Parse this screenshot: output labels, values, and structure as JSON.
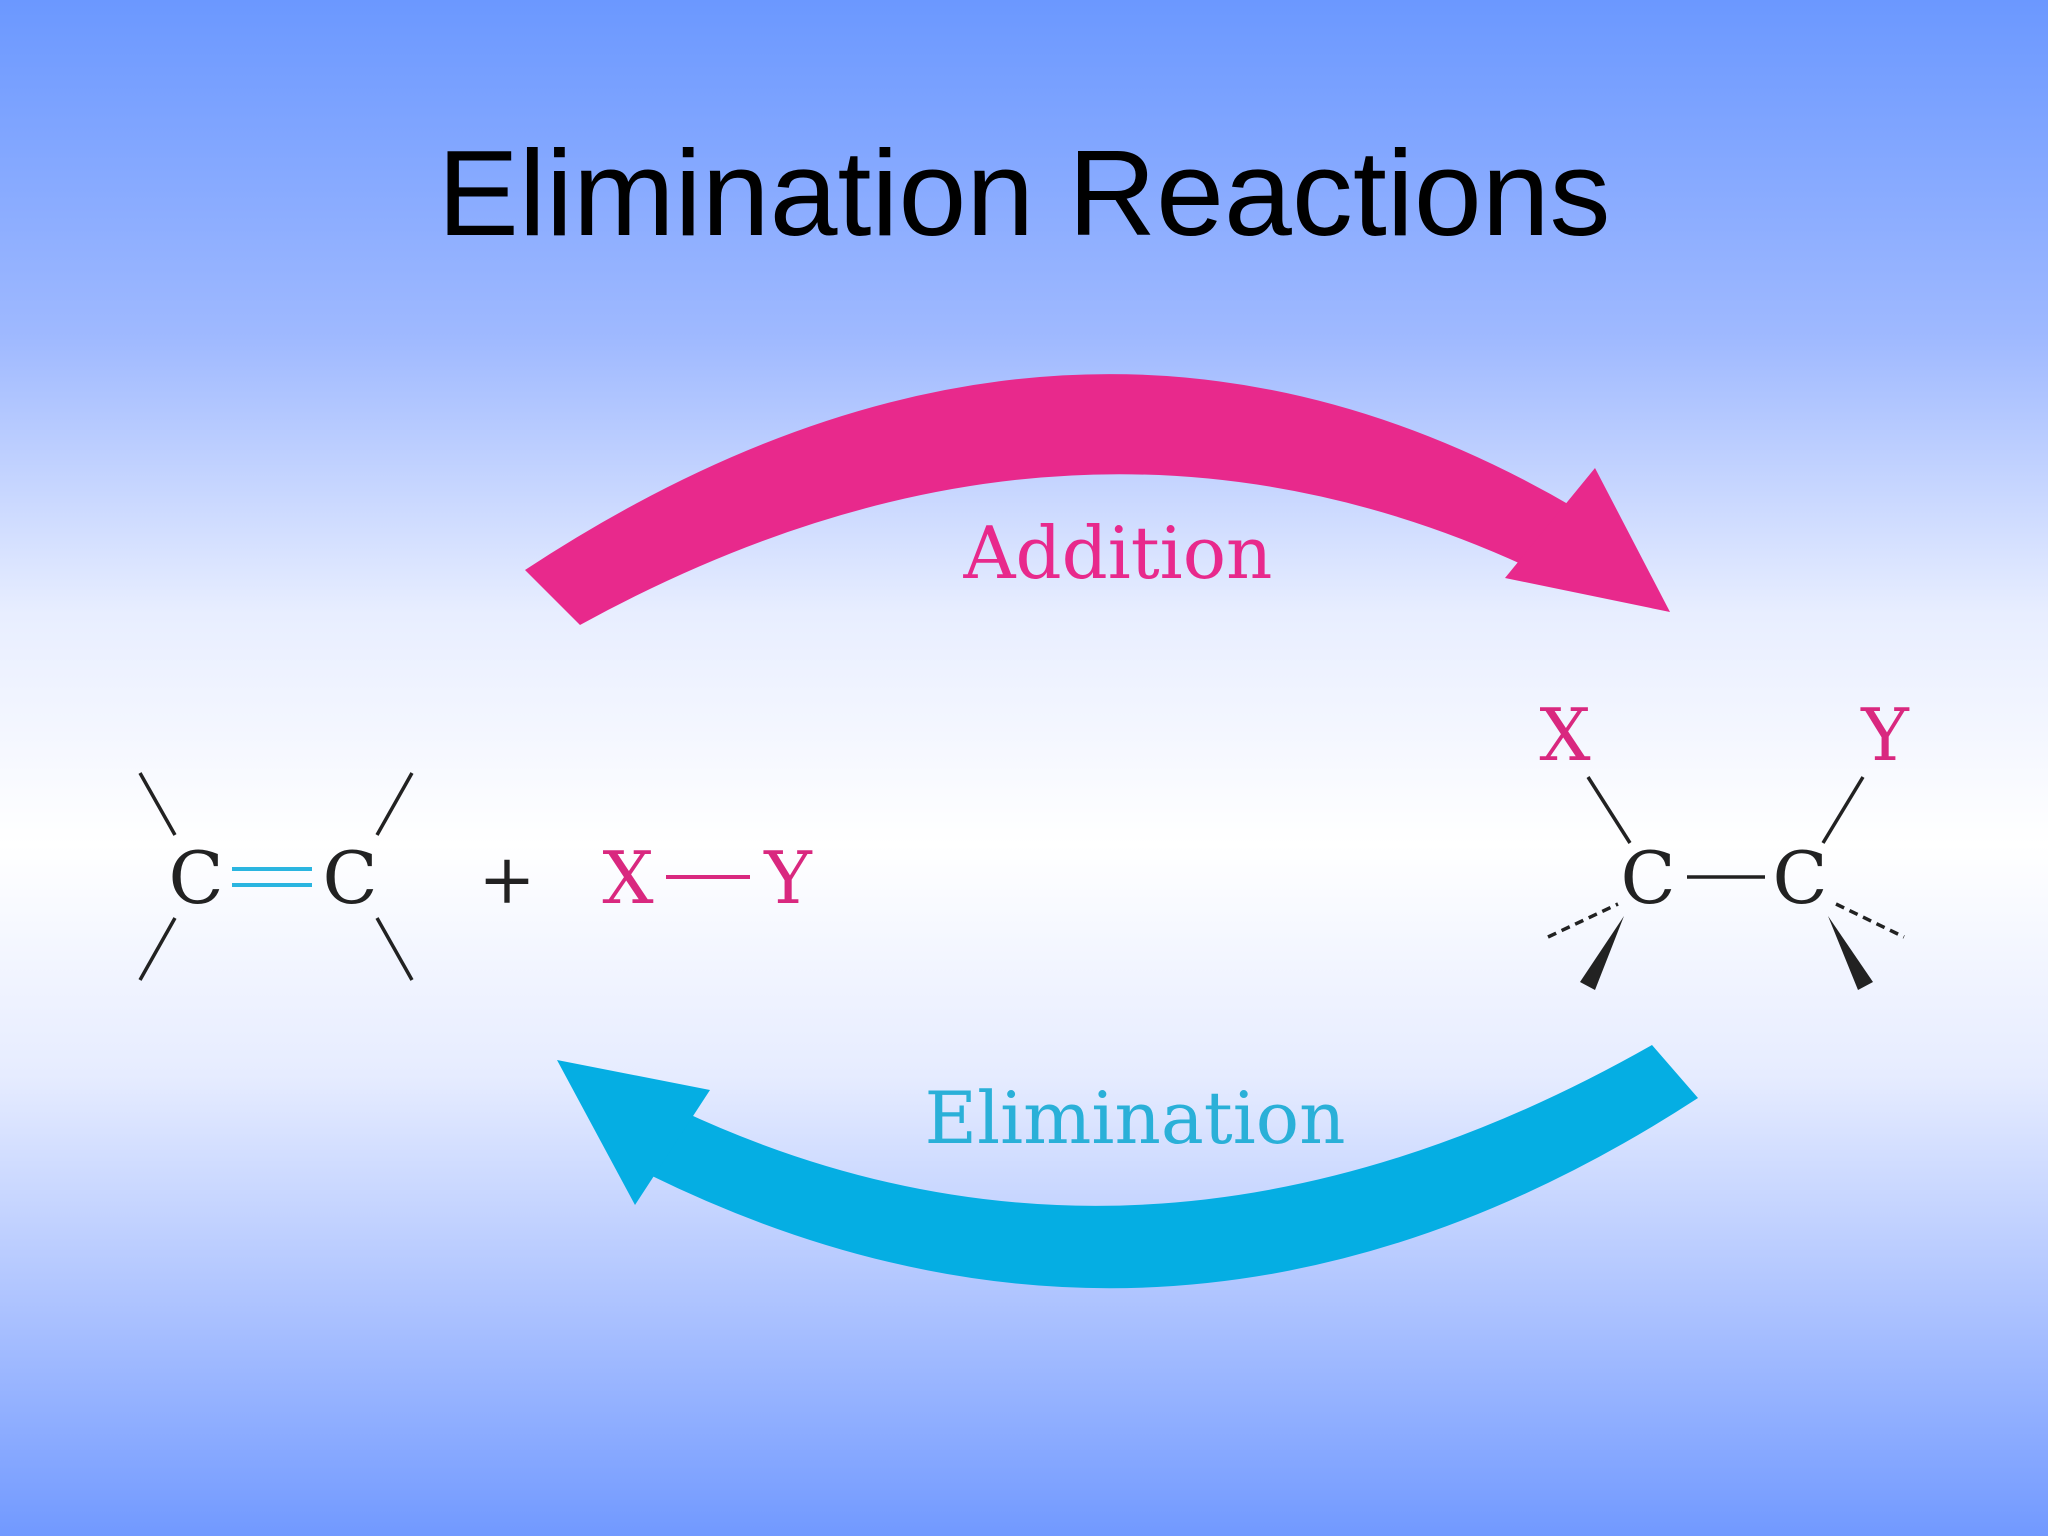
{
  "title": "Elimination Reactions",
  "labels": {
    "addition": "Addition",
    "elimination": "Elimination"
  },
  "reactant": {
    "carbon_left": "C",
    "carbon_right": "C",
    "plus": "+",
    "reagent_x": "X",
    "reagent_y": "Y"
  },
  "product": {
    "substituent_x": "X",
    "substituent_y": "Y",
    "carbon_left": "C",
    "carbon_right": "C"
  },
  "colors": {
    "addition": "#e8298c",
    "elimination": "#05aee3",
    "double_bond": "#2ab5e0",
    "substituent": "#d9287f",
    "bond": "#222222"
  }
}
